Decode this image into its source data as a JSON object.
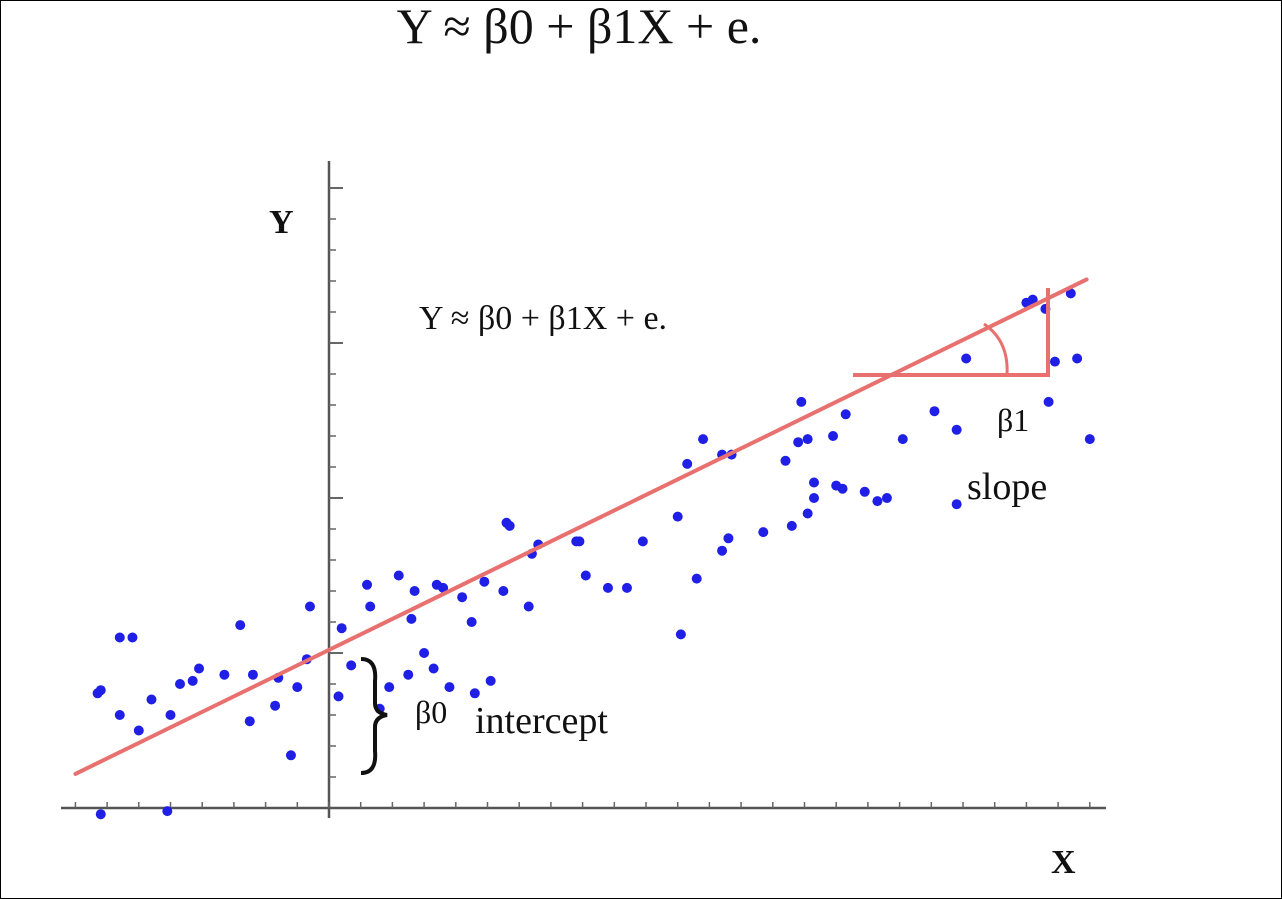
{
  "title": "Y ≈ β0 + β1X + e.",
  "chart_data": {
    "type": "scatter",
    "title": "Y ≈ β0 + β1X + e.",
    "xlabel": "X",
    "ylabel": "Y",
    "xlim": [
      -8,
      24
    ],
    "ylim": [
      0,
      20
    ],
    "grid": false,
    "legend": "none",
    "point_color": "#1f1fe6",
    "line_color": "#e8706e",
    "annotations": {
      "equation": "Y ≈ β0 + β1X + e.",
      "intercept_symbol": "β0",
      "intercept_label": "intercept",
      "slope_symbol": "β1",
      "slope_label": "slope"
    },
    "regression_line": {
      "intercept": 5.1,
      "slope": 0.5
    },
    "points": [
      [
        -7.3,
        3.7
      ],
      [
        -7.2,
        3.8
      ],
      [
        -6.6,
        5.5
      ],
      [
        -6.2,
        5.5
      ],
      [
        -6.6,
        3.0
      ],
      [
        -6.0,
        2.5
      ],
      [
        -5.6,
        3.5
      ],
      [
        -5.0,
        3.0
      ],
      [
        -4.7,
        4.0
      ],
      [
        -4.3,
        4.1
      ],
      [
        -4.1,
        4.5
      ],
      [
        -3.3,
        4.3
      ],
      [
        -2.8,
        5.9
      ],
      [
        -2.5,
        2.8
      ],
      [
        -2.4,
        4.3
      ],
      [
        -1.7,
        3.3
      ],
      [
        -1.6,
        4.2
      ],
      [
        -1.2,
        1.7
      ],
      [
        -1.0,
        3.9
      ],
      [
        -0.7,
        4.8
      ],
      [
        -0.6,
        6.5
      ],
      [
        0.3,
        3.6
      ],
      [
        0.4,
        5.8
      ],
      [
        0.7,
        4.6
      ],
      [
        1.2,
        7.2
      ],
      [
        1.3,
        6.5
      ],
      [
        1.6,
        3.2
      ],
      [
        1.9,
        3.9
      ],
      [
        2.2,
        7.5
      ],
      [
        2.6,
        6.1
      ],
      [
        2.7,
        7.0
      ],
      [
        2.5,
        4.3
      ],
      [
        3.0,
        5.0
      ],
      [
        3.3,
        4.5
      ],
      [
        3.4,
        7.2
      ],
      [
        3.6,
        7.1
      ],
      [
        3.8,
        3.9
      ],
      [
        4.2,
        6.8
      ],
      [
        4.5,
        6.0
      ],
      [
        4.6,
        3.7
      ],
      [
        4.9,
        7.3
      ],
      [
        5.1,
        4.1
      ],
      [
        5.5,
        7.0
      ],
      [
        5.6,
        9.2
      ],
      [
        5.7,
        9.1
      ],
      [
        6.3,
        6.5
      ],
      [
        6.4,
        8.2
      ],
      [
        6.6,
        8.5
      ],
      [
        7.8,
        8.6
      ],
      [
        7.9,
        8.6
      ],
      [
        8.1,
        7.5
      ],
      [
        8.8,
        7.1
      ],
      [
        9.4,
        7.1
      ],
      [
        9.9,
        8.6
      ],
      [
        11.0,
        9.4
      ],
      [
        11.1,
        5.6
      ],
      [
        11.3,
        11.1
      ],
      [
        11.6,
        7.4
      ],
      [
        11.8,
        11.9
      ],
      [
        12.4,
        8.3
      ],
      [
        12.4,
        11.4
      ],
      [
        12.6,
        8.7
      ],
      [
        12.7,
        11.4
      ],
      [
        13.7,
        8.9
      ],
      [
        14.4,
        11.2
      ],
      [
        14.6,
        9.1
      ],
      [
        14.8,
        11.8
      ],
      [
        14.9,
        13.1
      ],
      [
        15.1,
        11.9
      ],
      [
        15.1,
        9.5
      ],
      [
        15.3,
        10.0
      ],
      [
        15.3,
        10.5
      ],
      [
        15.9,
        12.0
      ],
      [
        16.0,
        10.4
      ],
      [
        16.2,
        10.3
      ],
      [
        16.3,
        12.7
      ],
      [
        16.9,
        10.2
      ],
      [
        17.3,
        9.9
      ],
      [
        17.6,
        10.0
      ],
      [
        18.1,
        11.9
      ],
      [
        19.1,
        12.8
      ],
      [
        19.8,
        12.2
      ],
      [
        19.8,
        9.8
      ],
      [
        20.1,
        14.5
      ],
      [
        22.0,
        16.3
      ],
      [
        22.2,
        16.4
      ],
      [
        22.6,
        16.1
      ],
      [
        22.7,
        13.1
      ],
      [
        22.9,
        14.4
      ],
      [
        23.4,
        16.6
      ],
      [
        23.6,
        14.5
      ],
      [
        24.0,
        11.9
      ],
      [
        -5.1,
        -0.1
      ],
      [
        -7.2,
        -0.2
      ]
    ]
  }
}
